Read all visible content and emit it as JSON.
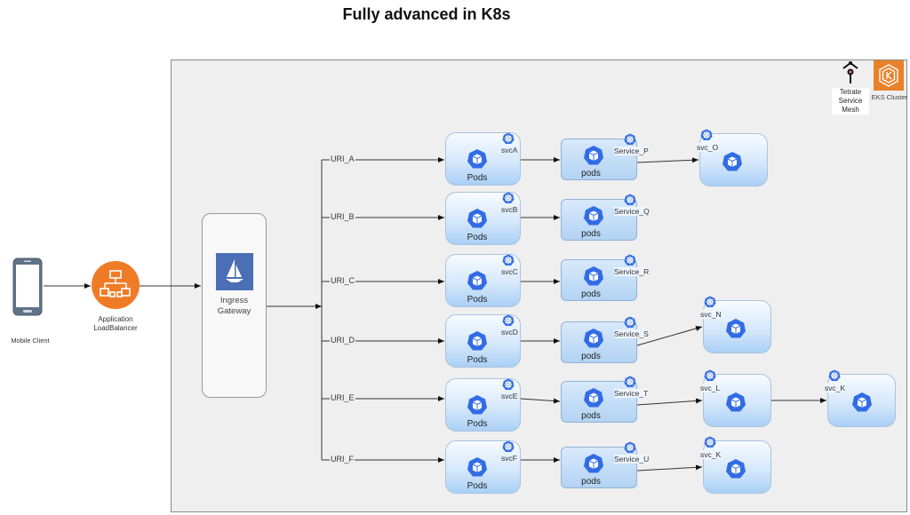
{
  "title": "Fully advanced in K8s",
  "colors": {
    "cluster_bg": "#efefef",
    "node_blue": "#a9d0f6",
    "k8s_blue": "#326ce5",
    "alb_orange": "#f07b26",
    "eks_orange": "#e8812a",
    "istio_blue": "#4a6fb5"
  },
  "client": {
    "label": "Mobile Client",
    "icon": "smartphone-icon"
  },
  "load_balancer": {
    "label_line1": "Application",
    "label_line2": "LoadBalancer",
    "icon": "alb-icon"
  },
  "ingress": {
    "label_line1": "Ingress",
    "label_line2": "Gateway",
    "icon": "istio-sail-icon"
  },
  "legend": {
    "tetrate": {
      "line1": "Tetrate",
      "line2": "Service",
      "line3": "Mesh",
      "icon": "tetrate-icon"
    },
    "eks": {
      "label": "EKS Cluster",
      "icon": "eks-icon"
    }
  },
  "routes": [
    {
      "uri": "URI_A",
      "svc": "svcA",
      "pods": "Pods",
      "service": "Service_P",
      "service_pods": "pods",
      "downstream": [
        "svc_O"
      ]
    },
    {
      "uri": "URI_B",
      "svc": "svcB",
      "pods": "Pods",
      "service": "Service_Q",
      "service_pods": "pods",
      "downstream": []
    },
    {
      "uri": "URI_C",
      "svc": "svcC",
      "pods": "Pods",
      "service": "Service_R",
      "service_pods": "pods",
      "downstream": []
    },
    {
      "uri": "URI_D",
      "svc": "svcD",
      "pods": "Pods",
      "service": "Service_S",
      "service_pods": "pods",
      "downstream": [
        "svc_N"
      ]
    },
    {
      "uri": "URI_E",
      "svc": "svcE",
      "pods": "Pods",
      "service": "Service_T",
      "service_pods": "pods",
      "downstream": [
        "svc_L",
        "svc_K"
      ]
    },
    {
      "uri": "URI_F",
      "svc": "svcF",
      "pods": "Pods",
      "service": "Service_U",
      "service_pods": "pods",
      "downstream": [
        "svc_K"
      ]
    }
  ]
}
